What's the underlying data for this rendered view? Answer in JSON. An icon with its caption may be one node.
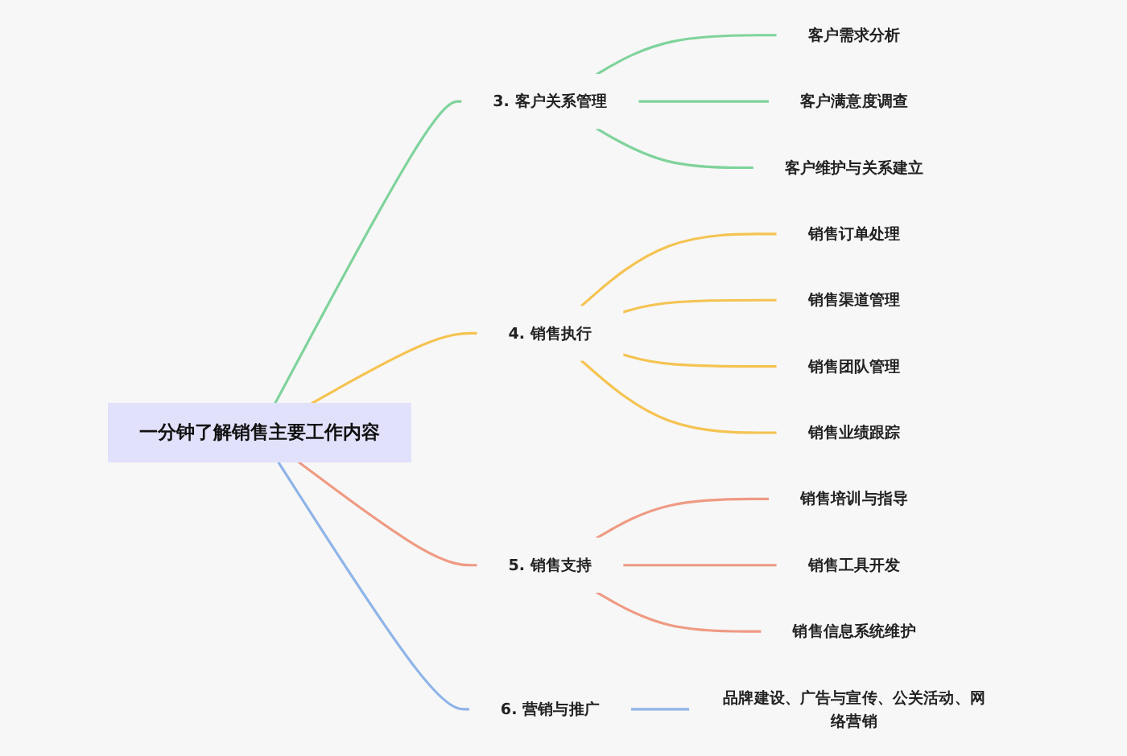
{
  "diagram": {
    "nodes": [
      {
        "text": [
          "一分钟了解销售主要工作内容"
        ]
      },
      {
        "text": [
          "3. 客户关系管理"
        ]
      },
      {
        "text": [
          "客户需求分析"
        ]
      },
      {
        "text": [
          "客户满意度调查"
        ]
      },
      {
        "text": [
          "客户维护与关系建立"
        ]
      },
      {
        "text": [
          "4. 销售执行"
        ]
      },
      {
        "text": [
          "销售订单处理"
        ]
      },
      {
        "text": [
          "销售渠道管理"
        ]
      },
      {
        "text": [
          "销售团队管理"
        ]
      },
      {
        "text": [
          "销售业绩跟踪"
        ]
      },
      {
        "text": [
          "5. 销售支持"
        ]
      },
      {
        "text": [
          "销售培训与指导"
        ]
      },
      {
        "text": [
          "销售工具开发"
        ]
      },
      {
        "text": [
          "销售信息系统维护"
        ]
      },
      {
        "text": [
          "6. 营销与推广"
        ]
      },
      {
        "text": [
          "品牌建设、广告与宣传、公关活动、网络营销"
        ]
      }
    ],
    "edges": [
      {
        "from": 0,
        "to": 1,
        "arrow": "none",
        "color": "#7fd39b"
      },
      {
        "from": 1,
        "to": 2,
        "arrow": "none",
        "color": "#7fd39b"
      },
      {
        "from": 1,
        "to": 3,
        "arrow": "none",
        "color": "#7fd39b"
      },
      {
        "from": 1,
        "to": 4,
        "arrow": "none",
        "color": "#7fd39b"
      },
      {
        "from": 0,
        "to": 5,
        "arrow": "none",
        "color": "#f5c351"
      },
      {
        "from": 5,
        "to": 6,
        "arrow": "none",
        "color": "#f5c351"
      },
      {
        "from": 5,
        "to": 7,
        "arrow": "none",
        "color": "#f5c351"
      },
      {
        "from": 5,
        "to": 8,
        "arrow": "none",
        "color": "#f5c351"
      },
      {
        "from": 5,
        "to": 9,
        "arrow": "none",
        "color": "#f5c351"
      },
      {
        "from": 0,
        "to": 10,
        "arrow": "none",
        "color": "#ef9a83"
      },
      {
        "from": 10,
        "to": 11,
        "arrow": "none",
        "color": "#ef9a83"
      },
      {
        "from": 10,
        "to": 12,
        "arrow": "none",
        "color": "#ef9a83"
      },
      {
        "from": 10,
        "to": 13,
        "arrow": "none",
        "color": "#ef9a83"
      },
      {
        "from": 0,
        "to": 14,
        "arrow": "none",
        "color": "#8fb4e8"
      },
      {
        "from": 14,
        "to": 15,
        "arrow": "none",
        "color": "#8fb4e8"
      }
    ]
  }
}
